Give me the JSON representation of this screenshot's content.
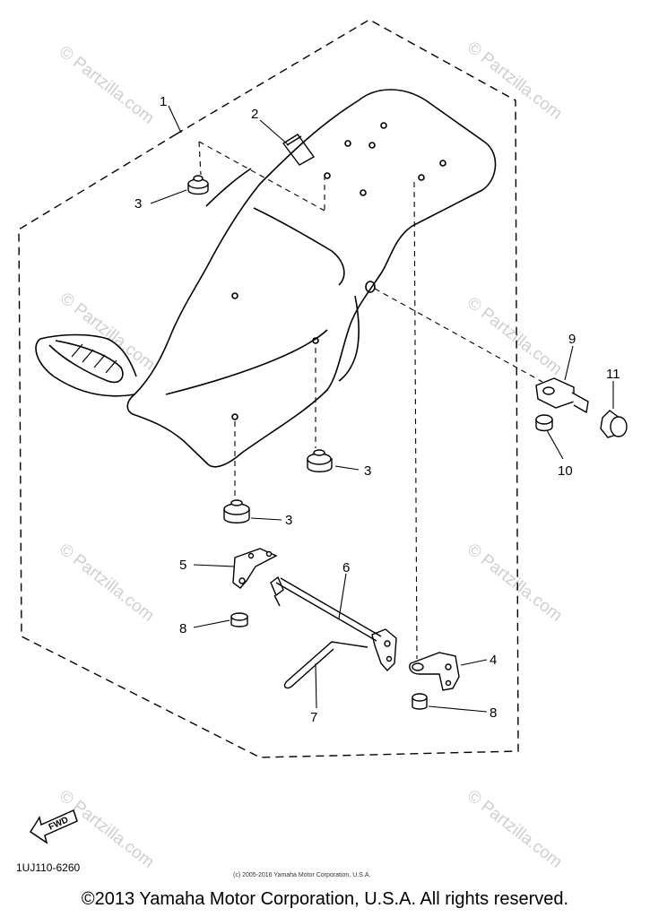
{
  "part_labels": {
    "p1": "1",
    "p2": "2",
    "p3a": "3",
    "p3b": "3",
    "p3c": "3",
    "p4": "4",
    "p5": "5",
    "p6": "6",
    "p7": "7",
    "p8a": "8",
    "p8b": "8",
    "p9": "9",
    "p10": "10",
    "p11": "11"
  },
  "fwd_label": "FWD",
  "diagram_code": "1UJ110-6260",
  "small_copyright": "(c) 2005-2016 Yamaha Motor Corporation, U.S.A.",
  "watermark": "© Partzilla.com",
  "copyright": "©2013 Yamaha Motor Corporation, U.S.A. All rights reserved."
}
